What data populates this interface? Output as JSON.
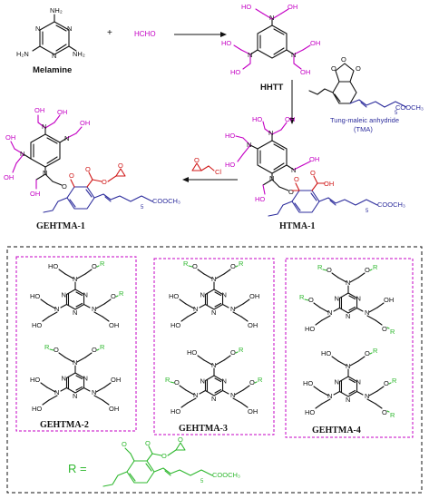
{
  "reagents": {
    "melamine": "Melamine",
    "plus": "+",
    "hcho": "HCHO",
    "hhtt": "HHTT",
    "tma_line1": "Tung-maleic anhydride",
    "tma_line2": "(TMA)",
    "htma": "HTMA-1",
    "gehtma1": "GEHTMA-1",
    "gehtma2": "GEHTMA-2",
    "gehtma3": "GEHTMA-3",
    "gehtma4": "GEHTMA-4",
    "r_label": "R ="
  },
  "atoms": {
    "n": "N",
    "nh2": "NH₂",
    "h2n": "H₂N",
    "oh": "OH",
    "ho": "HO",
    "o": "O",
    "r": "R",
    "cl": "Cl",
    "cooch3": "COOCH₃",
    "five": "5"
  },
  "colors": {
    "black": "#111111",
    "magenta": "#c400c4",
    "blue": "#2c2c9c",
    "green": "#2fb82f",
    "red": "#d01818",
    "dashed_box": "#c400c4",
    "outer_box": "#111111"
  }
}
